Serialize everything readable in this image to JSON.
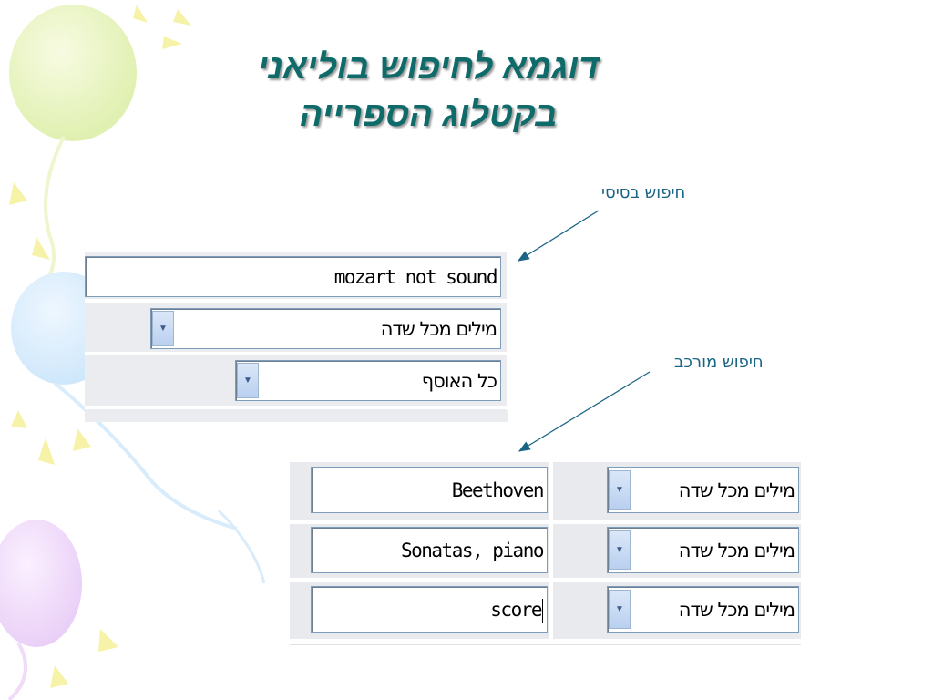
{
  "slide": {
    "title_line1": "דוגמא לחיפוש בוליאני",
    "title_line2": "בקטלוג הספרייה"
  },
  "callouts": {
    "basic_label": "חיפוש בסיסי",
    "advanced_label": "חיפוש מורכב"
  },
  "basic_search": {
    "query_value": "mozart not sound",
    "field_select": "מילים מכל שדה",
    "collection_select": "כל האוסף"
  },
  "advanced_search": {
    "rows": [
      {
        "value": "Beethoven",
        "field": "מילים מכל שדה"
      },
      {
        "value": "Sonatas, piano",
        "field": "מילים מכל שדה"
      },
      {
        "value": "score",
        "field": "מילים מכל שדה"
      }
    ]
  },
  "colors": {
    "title": "#0f6a6a",
    "callout": "#1a6585",
    "panel": "#e8eaed",
    "input_border": "#7f9db9"
  },
  "icons": {
    "dropdown": "chevron-down-icon"
  }
}
